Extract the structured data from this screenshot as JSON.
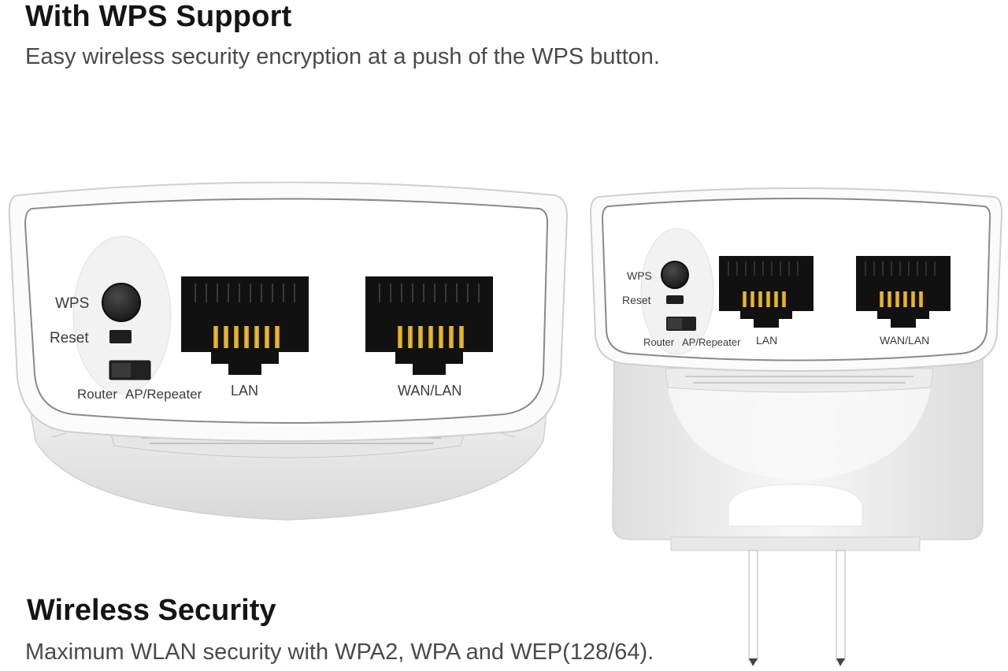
{
  "heading_top": "With WPS Support",
  "subtext_top": "Easy wireless security encryption at a push of the WPS button.",
  "heading_bottom": "Wireless Security",
  "subtext_bottom": "Maximum WLAN security with WPA2, WPA and WEP(128/64).",
  "device_labels": {
    "wps": "WPS",
    "reset": "Reset",
    "router": "Router",
    "ap_repeater": "AP/Repeater",
    "lan": "LAN",
    "wan_lan": "WAN/LAN"
  },
  "colors": {
    "housing": "#f4f4f4",
    "panel_border": "#8a8a8a",
    "port_black": "#111111",
    "port_pins": "#d4a21a"
  }
}
